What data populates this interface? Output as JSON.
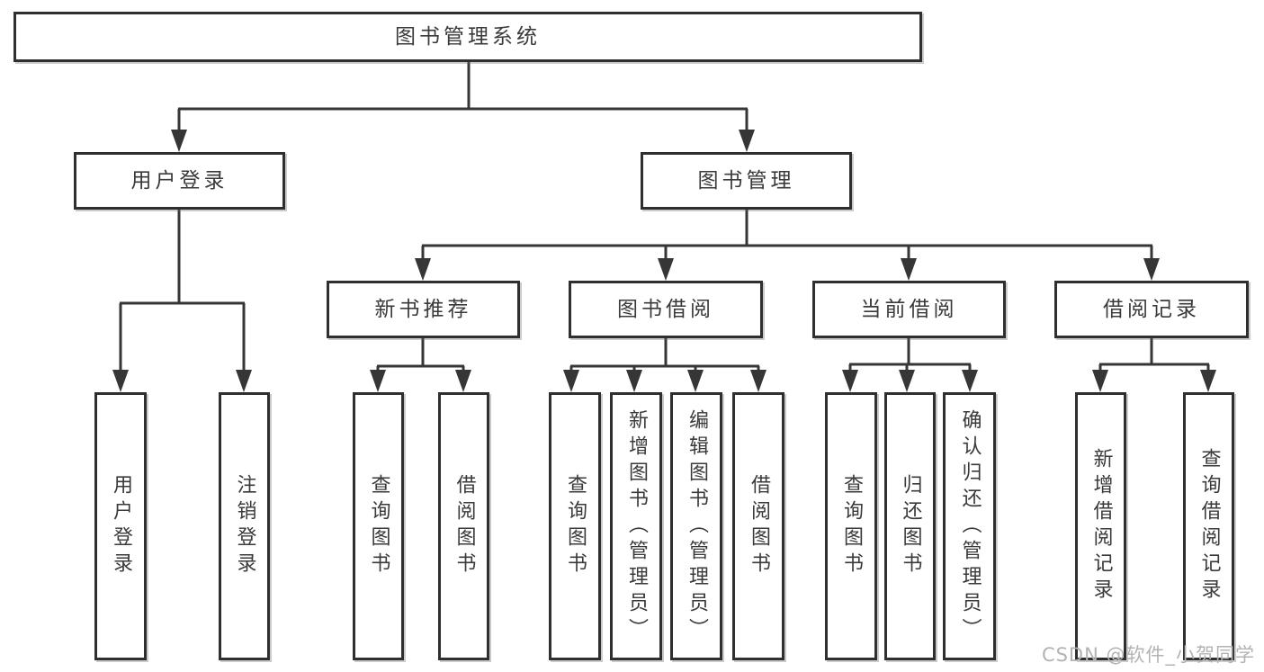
{
  "diagram": {
    "root": "图书管理系统",
    "level2": [
      "用户登录",
      "图书管理"
    ],
    "level3": [
      "新书推荐",
      "图书借阅",
      "当前借阅",
      "借阅记录"
    ],
    "leaves": {
      "user": [
        "用户登录",
        "注销登录"
      ],
      "newbook": [
        "查询图书",
        "借阅图书"
      ],
      "borrow": [
        "查询图书",
        "新增图书（管理员）",
        "编辑图书（管理员）",
        "借阅图书"
      ],
      "current": [
        "查询图书",
        "归还图书",
        "确认归还（管理员）"
      ],
      "records": [
        "新增借阅记录",
        "查询借阅记录"
      ]
    }
  },
  "watermark": {
    "text": "CSDN @软件_小贺同学"
  },
  "colors": {
    "line": "#363636",
    "box_border": "#2f2f2f",
    "box_fill": "#ffffff",
    "text": "#3a3a3a",
    "watermark": "#b3b3b3"
  }
}
